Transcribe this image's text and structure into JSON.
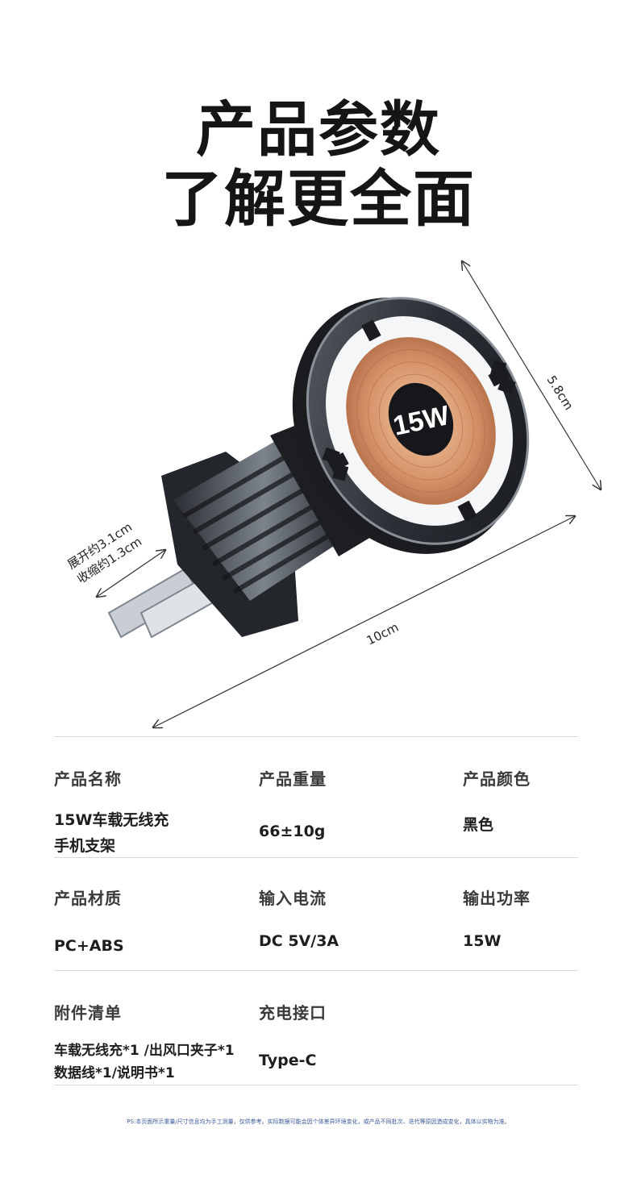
{
  "header": {
    "title_line1": "产品参数",
    "title_line2": "了解更全面"
  },
  "figure": {
    "badge": "15W",
    "dim_height": "5.8cm",
    "dim_length": "10cm",
    "dim_clip_expanded": "展开约3.1cm",
    "dim_clip_retracted": "收缩约1.3cm"
  },
  "specs": [
    {
      "label": "产品名称",
      "value_line1": "15W车载无线充",
      "value_line2": "手机支架"
    },
    {
      "label": "产品重量",
      "value_line1": "66±10g",
      "value_line2": ""
    },
    {
      "label": "产品颜色",
      "value_line1": "黑色",
      "value_line2": ""
    },
    {
      "label": "产品材质",
      "value_line1": "PC+ABS",
      "value_line2": ""
    },
    {
      "label": "输入电流",
      "value_line1": "DC 5V/3A",
      "value_line2": ""
    },
    {
      "label": "输出功率",
      "value_line1": "15W",
      "value_line2": ""
    },
    {
      "label": "附件清单",
      "value_line1": "车载无线充*1 /出风口夹子*1",
      "value_line2": "数据线*1/说明书*1"
    },
    {
      "label": "充电接口",
      "value_line1": "Type-C",
      "value_line2": ""
    }
  ],
  "footnote": "PS:本页面所示重量/尺寸信息均为手工测量，仅供参考。实际数据可能会因个体差异环境变化，或产品不同批次、迭代等原因造成变化，具体以实物为准。"
}
